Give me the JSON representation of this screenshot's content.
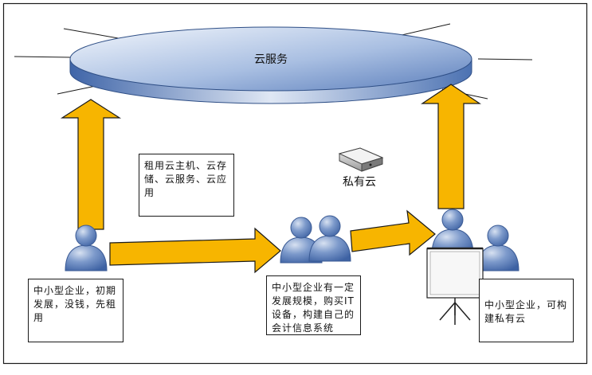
{
  "cloud": {
    "label": "云服务"
  },
  "private_cloud": {
    "label": "私有云"
  },
  "boxes": {
    "rent": "租用云主机、云存储、云服务、云应用",
    "startup": "中小型企业，初期发展，没钱，先租用",
    "growing": "中小型企业有一定发展规模，购买IT设备，构建自己的会计信息系统",
    "mature": "中小型企业，可构建私有云"
  },
  "colors": {
    "arrow_fill": "#f7b500",
    "arrow_stroke": "#1a1a1a",
    "person_fill": "#5b7fbe",
    "person_light": "#c6d3ea",
    "cloud_top_light": "#e8eef8",
    "cloud_top_dark": "#6f8fc6",
    "cloud_side": "#5d80bd"
  },
  "icons": {
    "server": "server-icon",
    "screen": "projection-screen-icon",
    "person": "person-icon"
  }
}
